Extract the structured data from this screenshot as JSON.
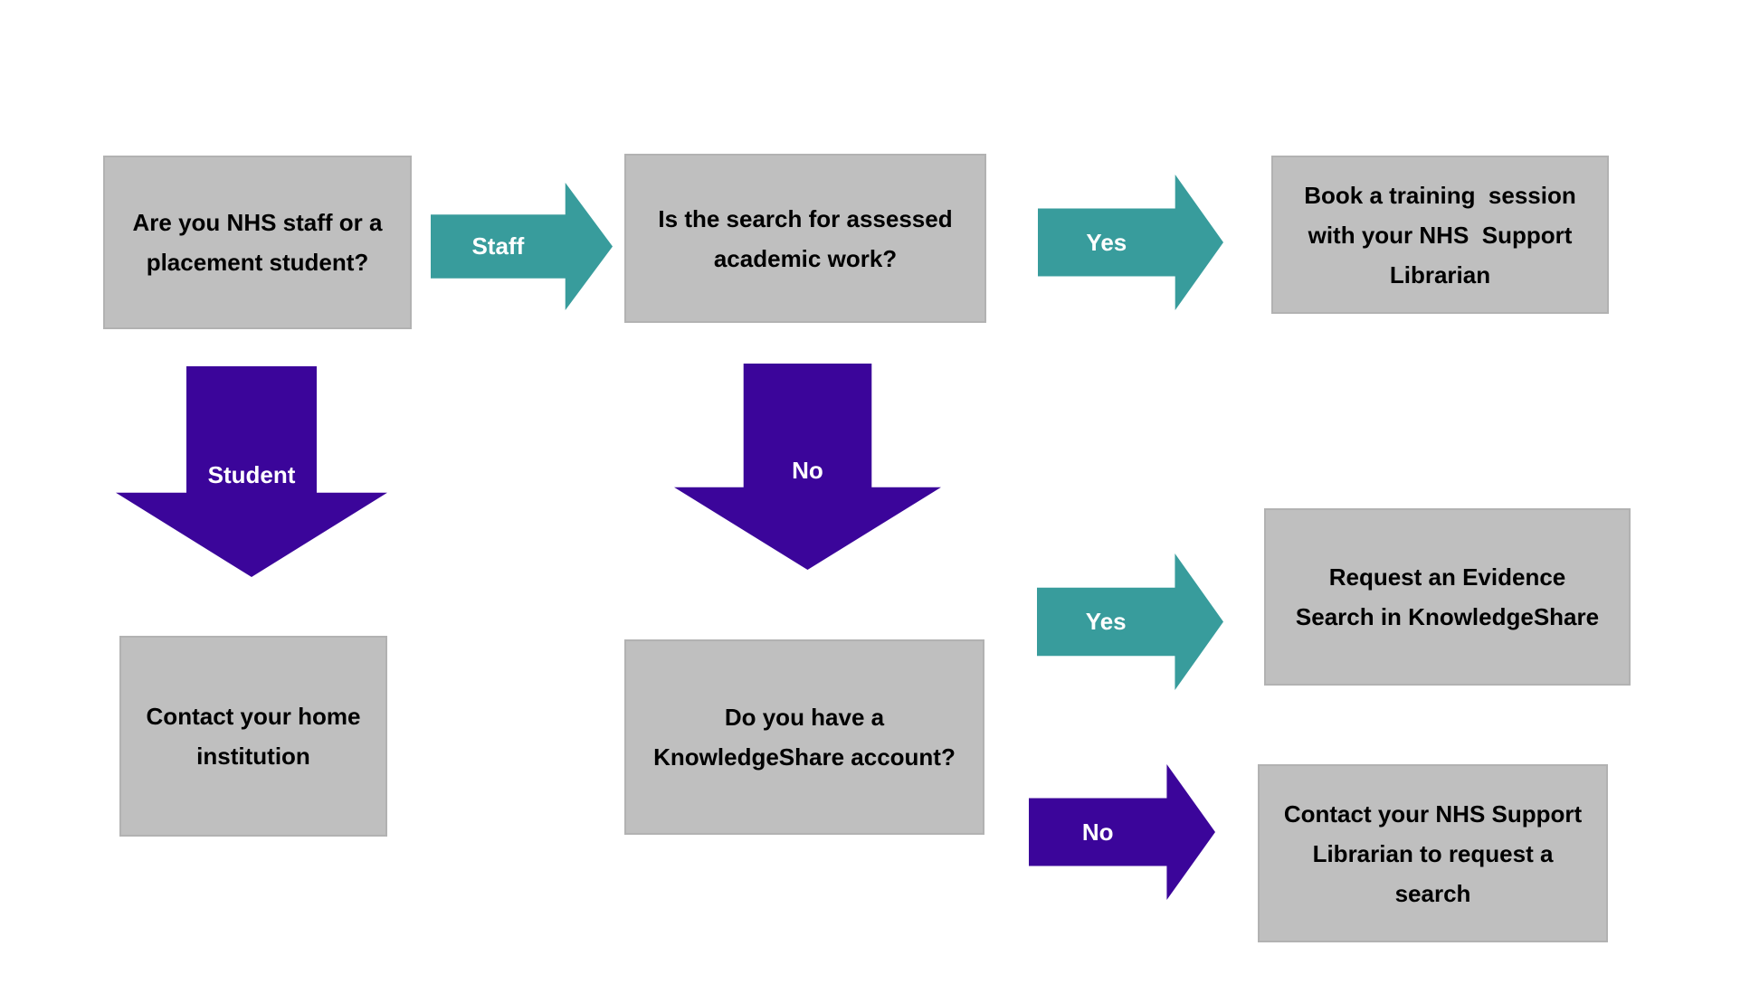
{
  "colors": {
    "teal": "#389c9c",
    "purple": "#3b059a",
    "box_fill": "#bfbfbf",
    "box_border": "#b2b2b2",
    "text": "#000000",
    "arrow_label": "#ffffff",
    "background": "#ffffff"
  },
  "flowchart": {
    "boxes": [
      {
        "name": "question-staff-or-student",
        "text": "Are you NHS staff or a\nplacement student?"
      },
      {
        "name": "question-assessed-academic-work",
        "text": "Is the search for assessed\nacademic work?"
      },
      {
        "name": "outcome-book-training-session",
        "text": "Book a training  session\nwith your NHS  Support\nLibrarian"
      },
      {
        "name": "outcome-contact-home-institution",
        "text": "Contact your home\ninstitution"
      },
      {
        "name": "question-knowledgeshare-account",
        "text": "Do you have a\nKnowledgeShare account?"
      },
      {
        "name": "outcome-request-evidence-search",
        "text": "Request an Evidence\nSearch in KnowledgeShare"
      },
      {
        "name": "outcome-contact-nhs-support-librarian",
        "text": "Contact your NHS Support\nLibrarian to request a\nsearch"
      }
    ],
    "arrows": [
      {
        "name": "arrow-staff",
        "label": "Staff",
        "direction": "right",
        "color": "teal"
      },
      {
        "name": "arrow-yes-to-training",
        "label": "Yes",
        "direction": "right",
        "color": "teal"
      },
      {
        "name": "arrow-student",
        "label": "Student",
        "direction": "down",
        "color": "purple"
      },
      {
        "name": "arrow-no-to-account-question",
        "label": "No",
        "direction": "down",
        "color": "purple"
      },
      {
        "name": "arrow-yes-to-evidence-search",
        "label": "Yes",
        "direction": "right",
        "color": "teal"
      },
      {
        "name": "arrow-no-to-contact-librarian",
        "label": "No",
        "direction": "right",
        "color": "purple"
      }
    ]
  }
}
